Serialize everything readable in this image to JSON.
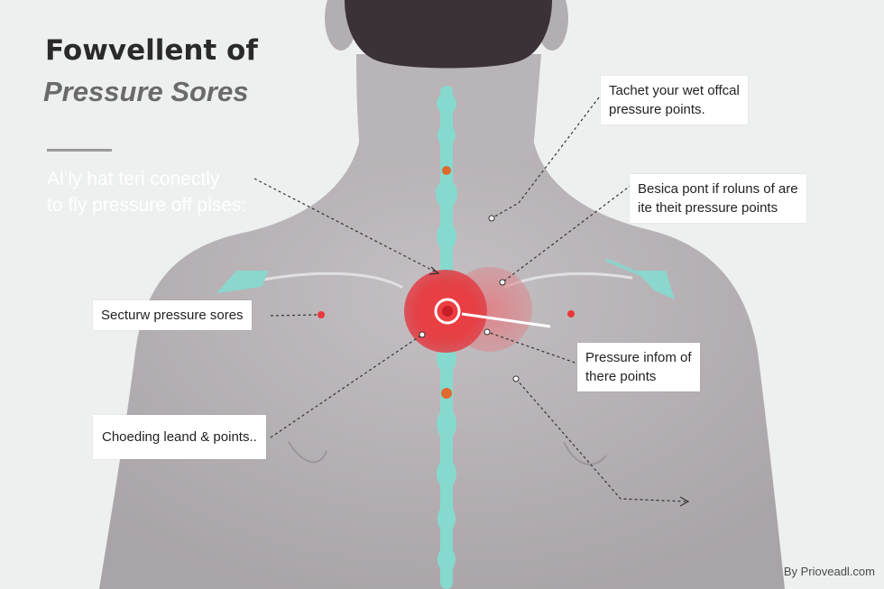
{
  "title": {
    "main": "Fowvellent of",
    "sub": "Pressure Sores"
  },
  "intro": {
    "line1": "Alʼly hat teri conectly",
    "line2": "to fly pressure off plses:"
  },
  "labels": {
    "top_right": {
      "line1": "Tachet your wet offcal",
      "line2": "pressure points."
    },
    "right_upper": {
      "line1": "Besica pont if roluns of are",
      "line2": "ite theit pressure points"
    },
    "right_lower": {
      "line1": "Pressure infom of",
      "line2": "there points"
    },
    "left_upper": {
      "line1": "Secturw pressure sores"
    },
    "left_lower": {
      "line1": "Choeding leand & points.."
    }
  },
  "credit": "By Prioveadl.com",
  "colors": {
    "background": "#eef0f0",
    "skin": "#b8b3b6",
    "hair": "#3a3236",
    "spine": "#86d9cf",
    "pressure_red": "#e8383d",
    "marker_orange": "#e06a2e"
  }
}
